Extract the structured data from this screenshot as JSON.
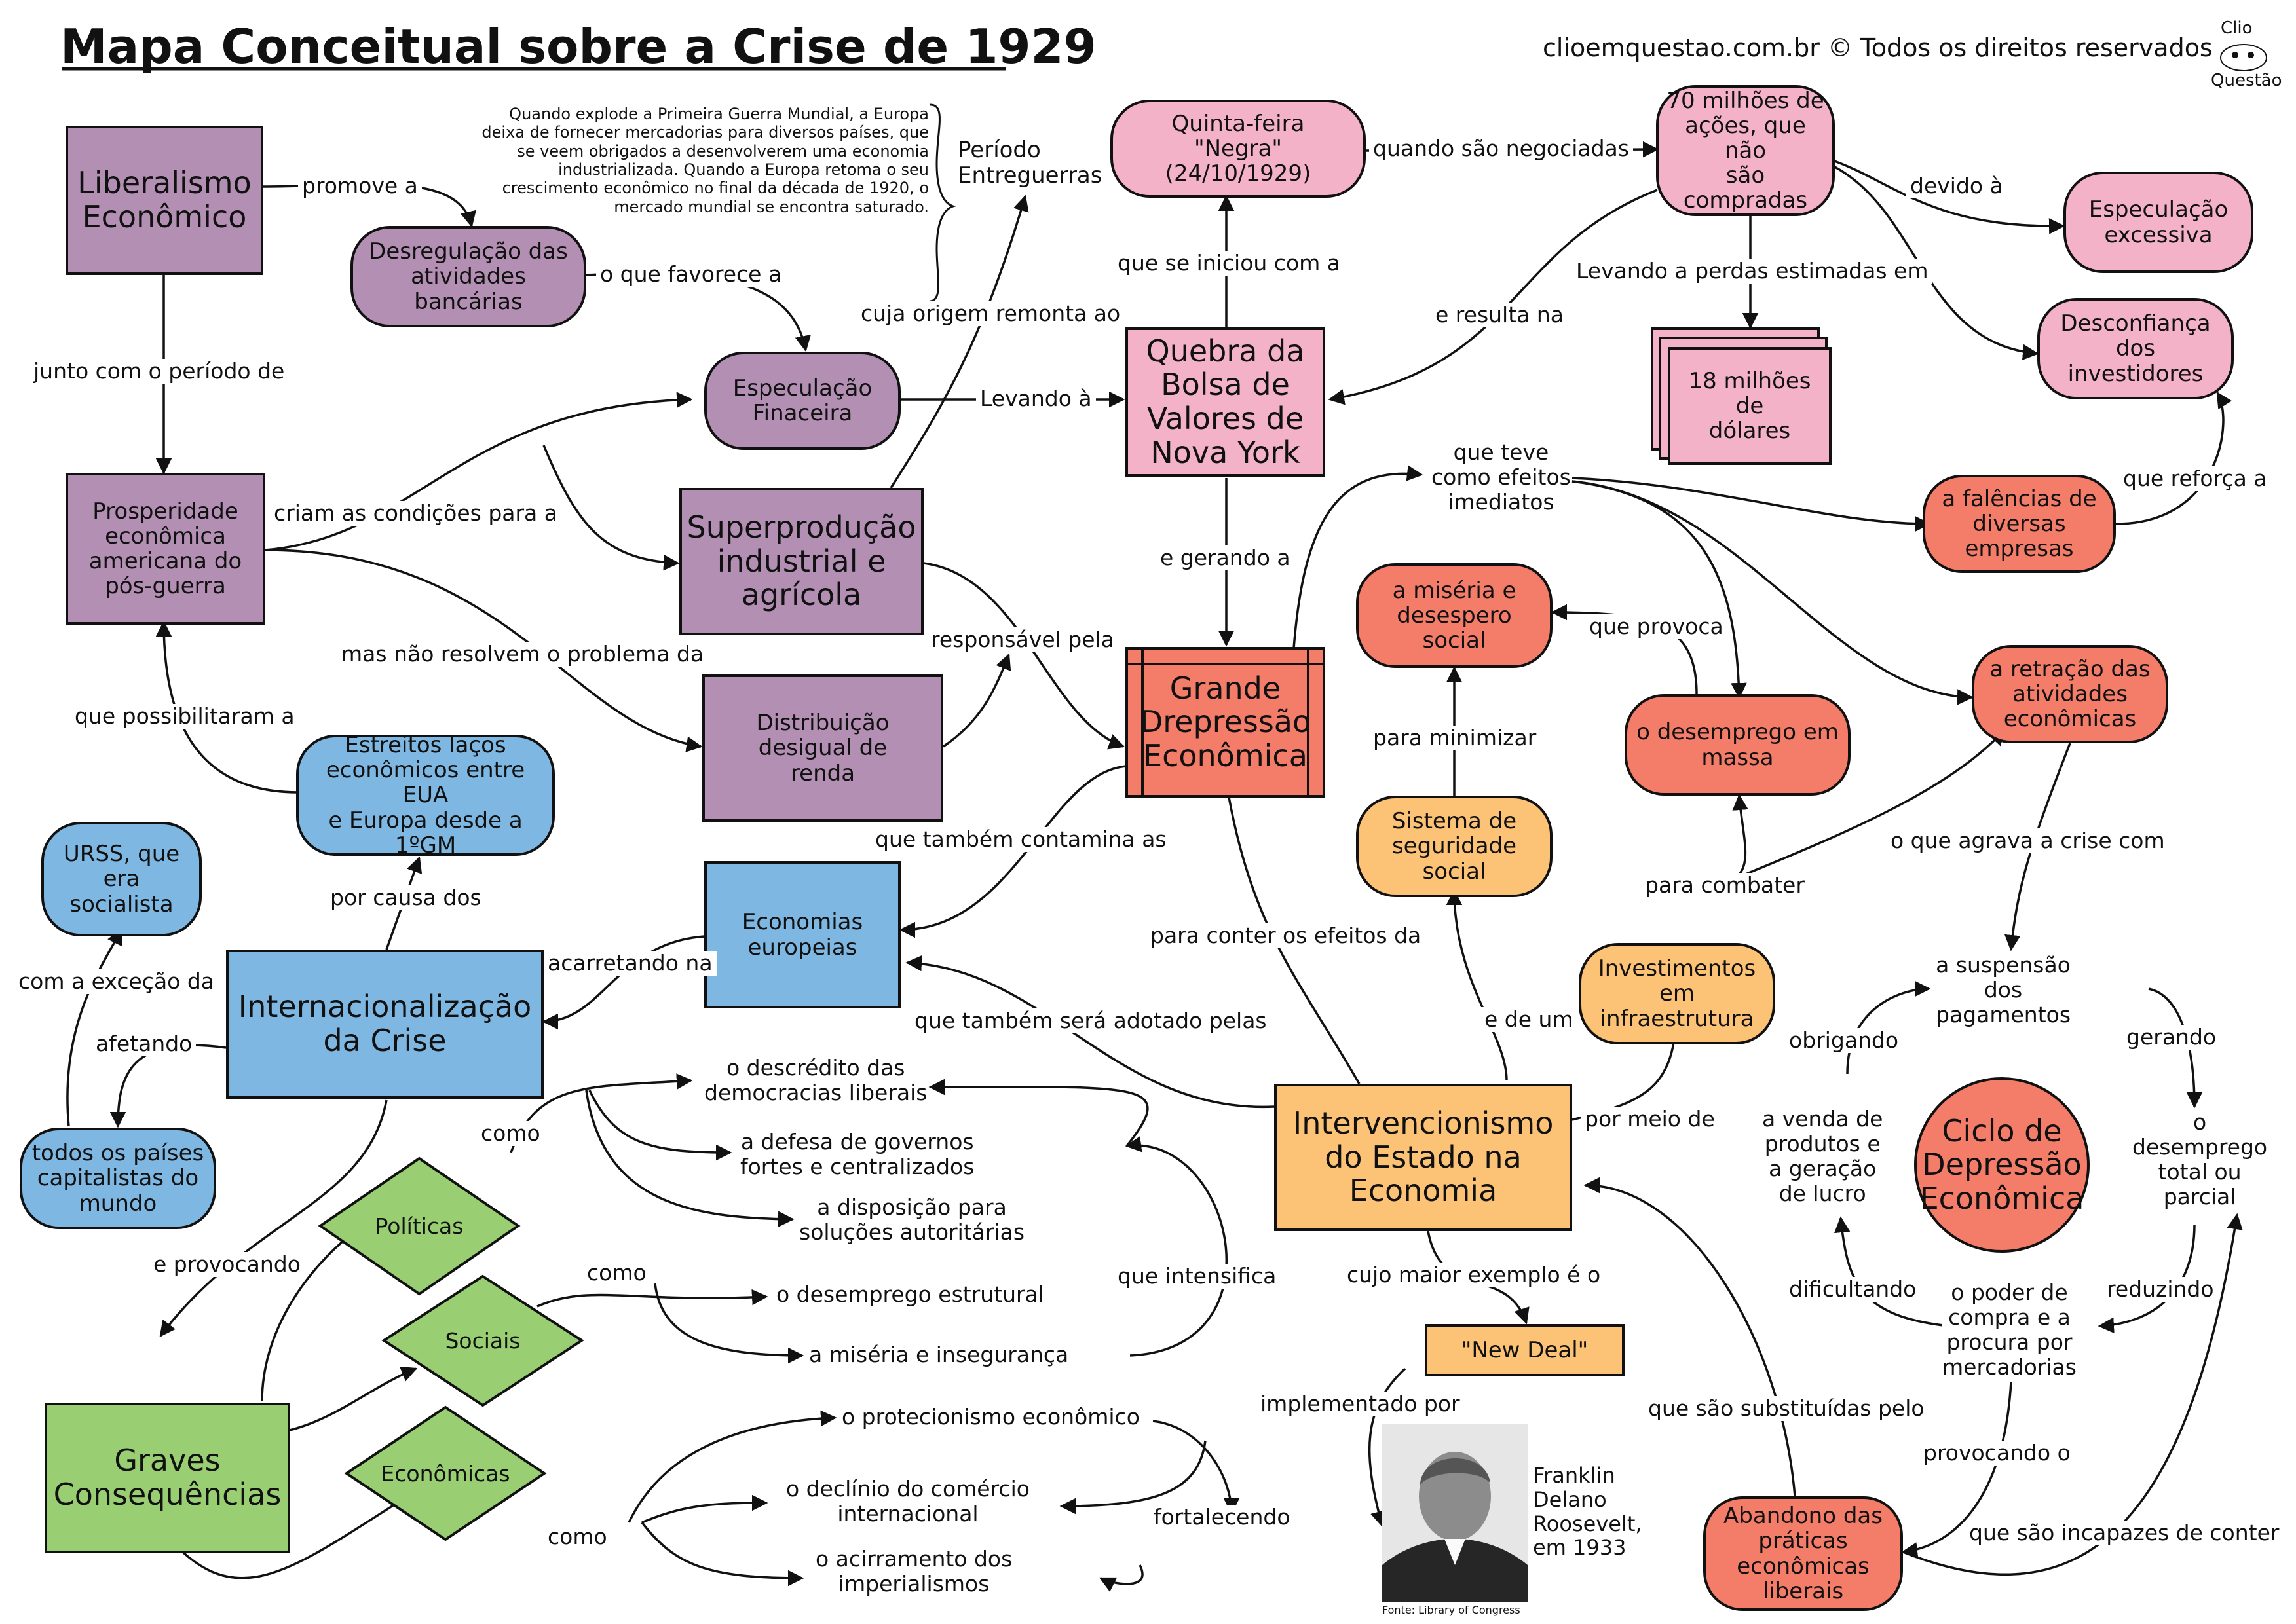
{
  "header": {
    "title": "Mapa Conceitual sobre a Crise de 1929",
    "copyright": "clioemquestao.com.br © Todos os direitos reservados",
    "logo_top": "Clio",
    "logo_bottom": "Questão"
  },
  "note": {
    "text": "Quando explode a Primeira Guerra Mundial, a Europa deixa de fornecer mercadorias para diversos países, que se veem  obrigados a desenvolverem uma economia industrializada. Quando a Europa retoma o seu crescimento econômico no final da década de 1920, o mercado mundial se encontra saturado.",
    "period_label": "Período\nEntreguerras"
  },
  "nodes": {
    "liberalismo": "Liberalismo\nEconômico",
    "desregulacao": "Desregulação das\natividades\nbancárias",
    "prosperidade": "Prosperidade\neconômica\namericana do\npós-guerra",
    "especulacao_fin": "Especulação\nFinaceira",
    "superproducao": "Superprodução\nindustrial e\nagrícola",
    "distribuicao": "Distribuição\ndesigual de\nrenda",
    "estreitos": "Estreitos laços\neconômicos entre EUA\ne Europa desde a\n1ºGM",
    "urss": "URSS, que\nera\nsocialista",
    "internacionalizacao": "Internacionalização\nda Crise",
    "todos_paises": "todos os países\ncapitalistas do\nmundo",
    "economias_europeias": "Economias\neuropeias",
    "quinta_feira": "Quinta-feira\n\"Negra\" (24/10/1929)",
    "setenta_milhoes": "70 milhões de\nações, que não\nsão compradas",
    "especulacao_exc": "Especulação\nexcessiva",
    "desconfianca": "Desconfiança\ndos investidores",
    "quebra": "Quebra da\nBolsa  de\nValores de\nNova York",
    "dezoito_milhoes": "18 milhões de\ndólares",
    "falencias": "a falências de\ndiversas\nempresas",
    "grande_depressao": "Grande\nDrepressão\nEconômica",
    "miseria_social": "a miséria e\ndesespero\nsocial",
    "desemprego_massa": "o desemprego em\nmassa",
    "retracao": "a retração das\natividades\neconômicas",
    "sistema_seguridade": "Sistema de\nseguridade\nsocial",
    "investimentos": "Investimentos\nem\ninfraestrutura",
    "intervencionismo": "Intervencionismo\ndo Estado na\nEconomia",
    "new_deal": "\"New Deal\"",
    "abandono": "Abandono das\npráticas\neconômicas\nliberais",
    "ciclo": "Ciclo de\nDepressão\nEconômica",
    "graves": "Graves\nConsequências",
    "politicas": "Políticas",
    "sociais": "Sociais",
    "economicas": "Econômicas"
  },
  "texts": {
    "descredito": "o descrédito das\ndemocracias liberais",
    "defesa": "a defesa de governos\nfortes e centralizados",
    "disposicao": "a disposição para\nsoluções autoritárias",
    "desemprego_estrutural": "o desemprego estrutural",
    "miseria_inseguranca": "a miséria e insegurança",
    "protecionismo": "o protecionismo econômico",
    "declinio": "o declínio do comércio\ninternacional",
    "acirramento": "o acirramento dos\nimperialismos",
    "suspensao": "a suspensão\ndos\npagamentos",
    "desemprego_total": "o\ndesemprego\ntotal ou\nparcial",
    "poder_compra": "o poder de\ncompra e a\nprocura por\nmercadorias",
    "venda_produtos": "a venda de\nprodutos e\na geração\nde lucro",
    "roosevelt": "Franklin\nDelano\nRoosevelt,\nem 1933",
    "photo_credit": "Fonte: Library of Congress"
  },
  "labels": {
    "promove": "promove a",
    "favorece": "o que favorece a",
    "junto": "junto com o período de",
    "criam": "criam as condições para a",
    "levando": "Levando à",
    "cuja_origem": "cuja origem remonta ao",
    "mas_nao": "mas não resolvem o problema da",
    "responsavel": "responsável pela",
    "possibilitaram": "que possibilitaram a",
    "por_causa": "por causa dos",
    "excecao": "com a exceção da",
    "afetando": "afetando",
    "acarretando": "acarretando na",
    "contamina": "que também contamina as",
    "se_iniciou": "que se iniciou com a",
    "negociadas": "quando são negociadas",
    "devido": "devido à",
    "resulta": "e resulta na",
    "perdas": "Levando a perdas estimadas em",
    "gerando_a": "e gerando a",
    "teve_efeitos": "que teve\ncomo efeitos\nimediatos",
    "reforca": "que reforça a",
    "provoca": "que provoca",
    "minimizar": "para minimizar",
    "combater": "para combater",
    "agrava": "o que agrava a crise com",
    "conter": "para conter os efeitos da",
    "adotado": "que também será adotado pelas",
    "e_de_um": "e de um",
    "por_meio": "por meio de",
    "maior_exemplo": "cujo maior exemplo é o",
    "implementado": "implementado por",
    "substituidas": "que são substituídas pelo",
    "incapazes": "que são incapazes de conter",
    "provocando": "e provocando",
    "como1": "como",
    "como2": "como",
    "como3": "como",
    "intensifica": "que intensifica",
    "fortalecendo": "fortalecendo",
    "obrigando": "obrigando",
    "gerando": "gerando",
    "reduzindo": "reduzindo",
    "dificultando": "dificultando",
    "provocando_o": "provocando o"
  },
  "colors": {
    "purple": "#b28fb3",
    "pink": "#f4b2c8",
    "salmon": "#f47d6a",
    "blue": "#7fb7e3",
    "orange": "#fcc275",
    "green": "#99ce72",
    "line": "#111111"
  }
}
